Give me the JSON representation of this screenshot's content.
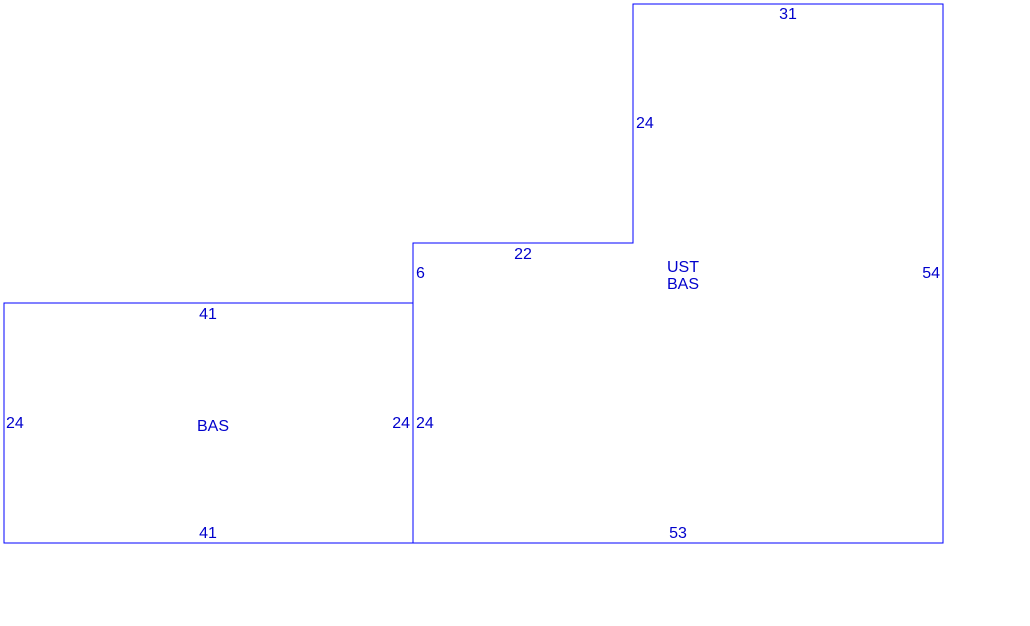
{
  "colors": {
    "line": "#0000FF",
    "text": "#0000CC",
    "background": "#FFFFFF"
  },
  "sketch": {
    "left_area": {
      "label": "BAS",
      "dims": {
        "top": "41",
        "bottom": "41",
        "left": "24",
        "right": "24"
      }
    },
    "right_area": {
      "label_line1": "UST",
      "label_line2": "BAS",
      "dims": {
        "top": "31",
        "step_vertical": "24",
        "step_horizontal": "22",
        "inner_vertical": "6",
        "left": "24",
        "right": "54",
        "bottom": "53"
      }
    }
  }
}
